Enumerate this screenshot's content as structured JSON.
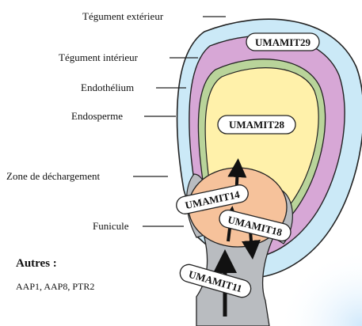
{
  "labels": {
    "tegument_exterieur": "Tégument extérieur",
    "tegument_interieur": "Tégument intérieur",
    "endothelium": "Endothélium",
    "endosperme": "Endosperme",
    "zone_dechargement": "Zone de déchargement",
    "funicule": "Funicule"
  },
  "transporters": {
    "t29": "UMAMIT29",
    "t28": "UMAMIT28",
    "t14": "UMAMIT14",
    "t18": "UMAMIT18",
    "t11": "UMAMIT11"
  },
  "autres": {
    "title": "Autres :",
    "list": "AAP1, AAP8, PTR2"
  },
  "colors": {
    "outer_integument": "#cbe9f7",
    "inner_integument": "#d7a7d6",
    "endothelium": "#b9d49a",
    "endosperm": "#fff1aa",
    "unloading_zone": "#f6c29b",
    "funiculus": "#b9bcc0",
    "background_glow": "#d8eefc"
  }
}
